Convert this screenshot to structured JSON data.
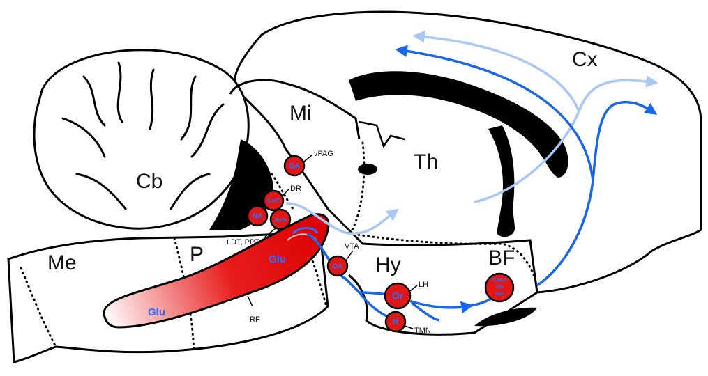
{
  "regions": {
    "cx": "Cx",
    "mi": "Mi",
    "th": "Th",
    "cb": "Cb",
    "me": "Me",
    "p": "P",
    "hy": "Hy",
    "bf": "BF"
  },
  "labels": {
    "vpag": "vPAG",
    "dr": "DR",
    "lc": "LC",
    "ldt_ppt": "LDT, PPT",
    "vta": "VTA",
    "lh": "LH",
    "tmn": "TMN",
    "rf": "RF"
  },
  "nuclei": {
    "da_vpag": "DA",
    "serotonin": "5-HT",
    "na": "NA",
    "ach": "Ach",
    "da_vta": "DA",
    "orexin": "Or",
    "histamine": "H",
    "bf_line1": "GABA",
    "bf_line2": "Glu",
    "bf_line3": "Ach"
  },
  "glu": {
    "upper": "Glu",
    "lower": "Glu"
  },
  "colors": {
    "dark_blue": "#1a66e8",
    "light_blue": "#a9c8f5",
    "nucleus_red": "#e01717",
    "outline": "#000000"
  }
}
